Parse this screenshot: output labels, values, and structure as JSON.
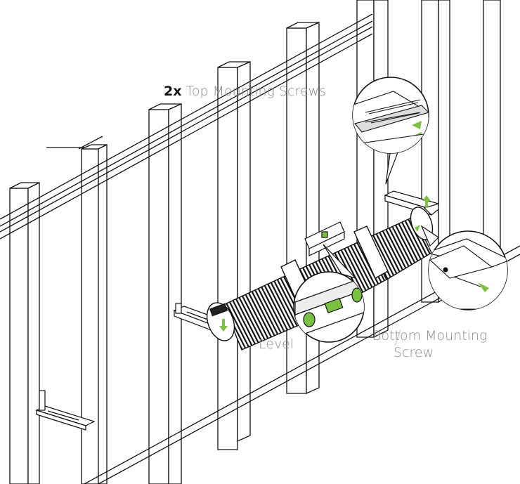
{
  "labels": {
    "top_count": "2x",
    "top_text": "Top Mounting Screws",
    "level": "Level",
    "bottom_line1": "Bottom Mounting",
    "bottom_line2": "Screw"
  },
  "colors": {
    "accent": "#7ac142",
    "line": "#111111",
    "label_gray": "#8a8a8a"
  }
}
